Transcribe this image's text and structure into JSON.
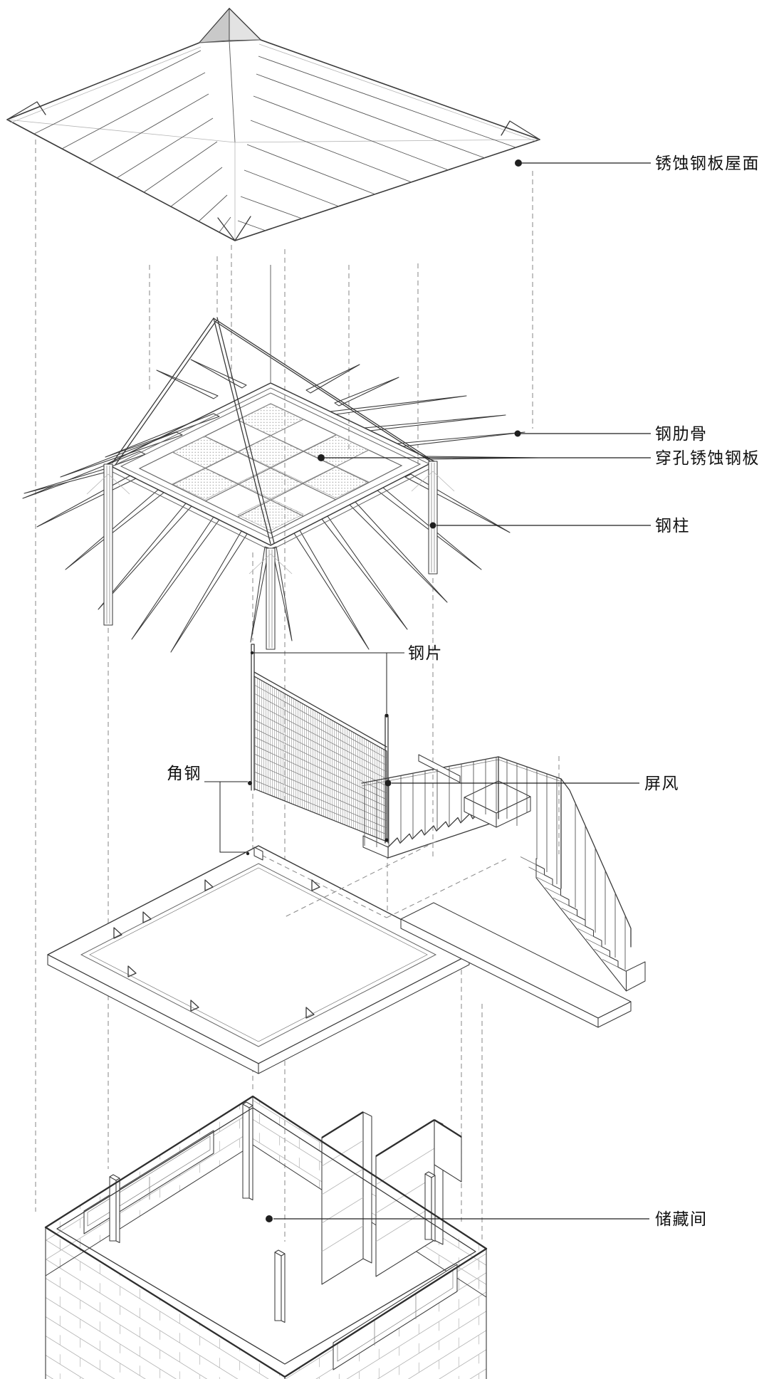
{
  "meta": {
    "kind": "architectural-exploded-axonometric-diagram",
    "language": "zh"
  },
  "colors": {
    "background": "#ffffff",
    "line": "#3a3a3a",
    "light_line": "#b5b5b5",
    "dashed_line": "#8c8c8c",
    "leader": "#1f1f1f",
    "text": "#111111",
    "shade": "#c9c9c9"
  },
  "labels": {
    "roof": "锈蚀钢板屋面",
    "steel_rib": "钢肋骨",
    "perforated_plate": "穿孔锈蚀钢板",
    "steel_column": "钢柱",
    "steel_sheet": "钢片",
    "angle_steel": "角钢",
    "screen": "屏风",
    "storage_room": "储藏间"
  }
}
